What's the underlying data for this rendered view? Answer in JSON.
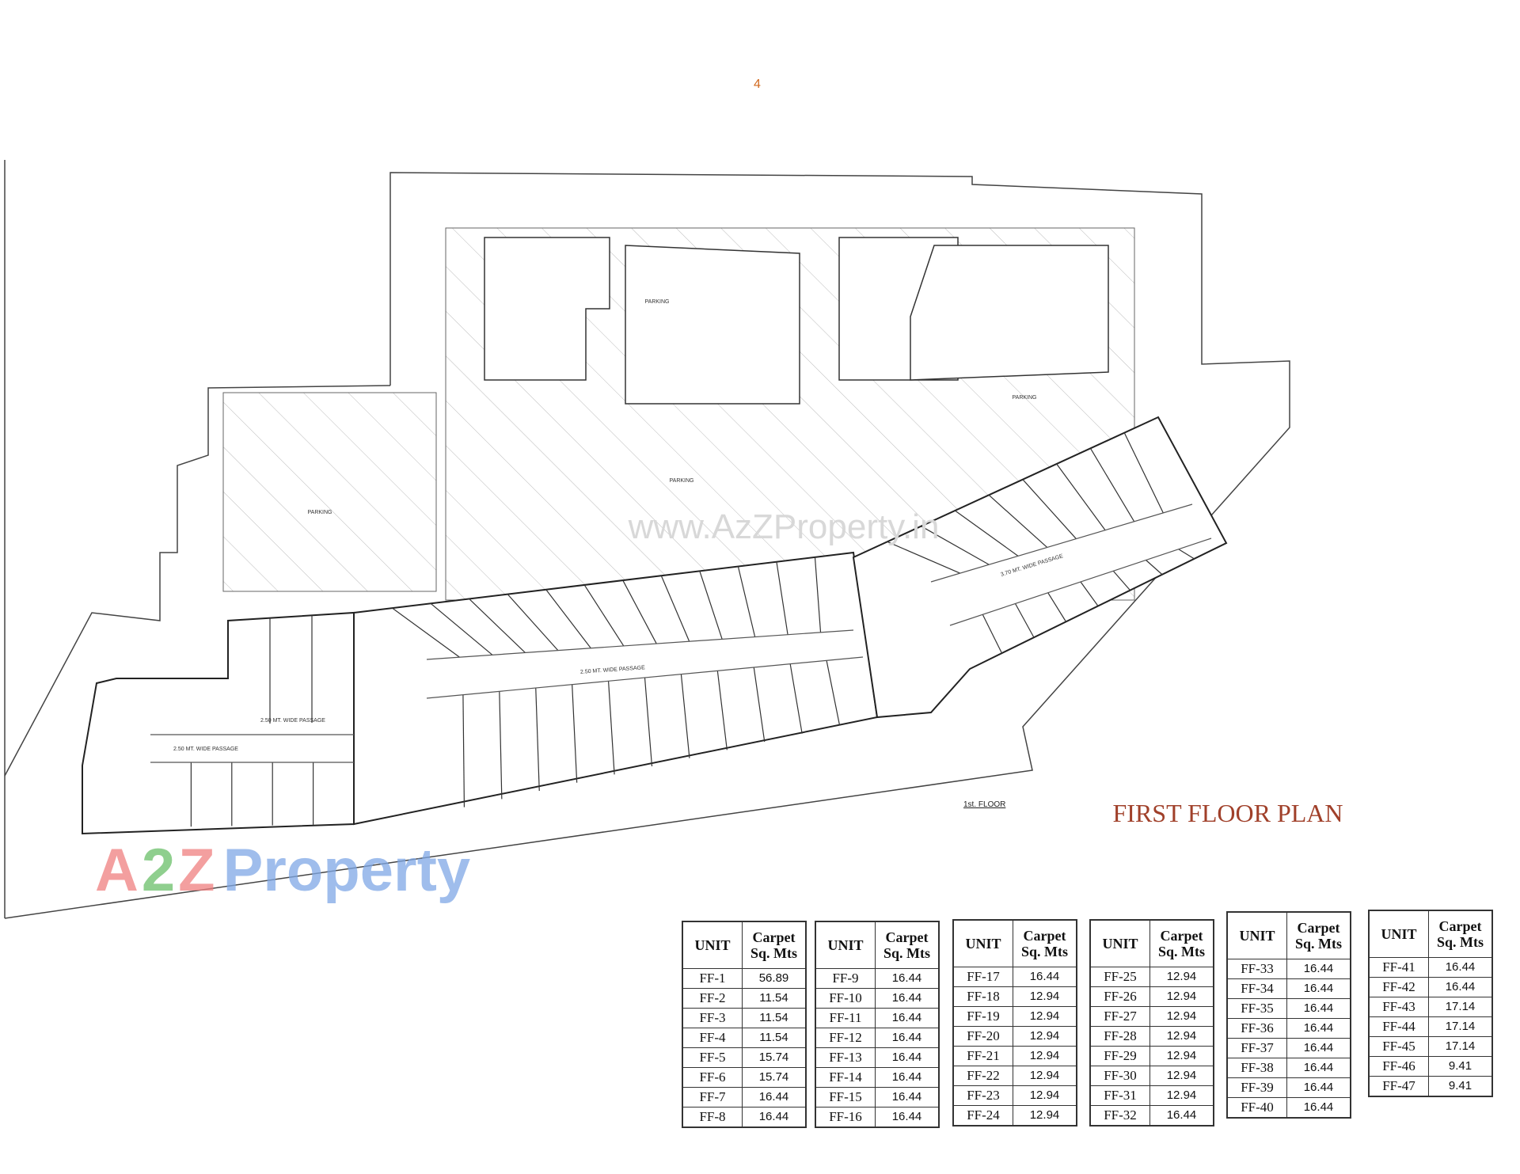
{
  "page_number": "4",
  "plan": {
    "title": "FIRST FLOOR PLAN",
    "floor_label": "1st. FLOOR",
    "title_color": "#a0402a",
    "parking_labels": [
      "PARKING",
      "PARKING",
      "PARKING",
      "PARKING"
    ],
    "passage_labels": [
      "2.50 MT. WIDE PASSAGE",
      "2.50 MT. WIDE PASSAGE",
      "3.70 MT. WIDE PASSAGE",
      "2.50 MT. WIDE PASSAGE"
    ],
    "watermark": "www.AzZProperty.in",
    "logo": {
      "text_a": "A",
      "text_2": "2",
      "text_z": "Z",
      "text_rest": "Property",
      "colors": {
        "a": "#f08080",
        "two": "#6abf69",
        "z": "#f08080",
        "rest": "#7fa8e6"
      }
    }
  },
  "tables": [
    {
      "header_unit": "UNIT",
      "header_area_1": "Carpet",
      "header_area_2": "Sq. Mts",
      "rows": [
        [
          "FF-1",
          "56.89"
        ],
        [
          "FF-2",
          "11.54"
        ],
        [
          "FF-3",
          "11.54"
        ],
        [
          "FF-4",
          "11.54"
        ],
        [
          "FF-5",
          "15.74"
        ],
        [
          "FF-6",
          "15.74"
        ],
        [
          "FF-7",
          "16.44"
        ],
        [
          "FF-8",
          "16.44"
        ]
      ]
    },
    {
      "header_unit": "UNIT",
      "header_area_1": "Carpet",
      "header_area_2": "Sq. Mts",
      "rows": [
        [
          "FF-9",
          "16.44"
        ],
        [
          "FF-10",
          "16.44"
        ],
        [
          "FF-11",
          "16.44"
        ],
        [
          "FF-12",
          "16.44"
        ],
        [
          "FF-13",
          "16.44"
        ],
        [
          "FF-14",
          "16.44"
        ],
        [
          "FF-15",
          "16.44"
        ],
        [
          "FF-16",
          "16.44"
        ]
      ]
    },
    {
      "header_unit": "UNIT",
      "header_area_1": "Carpet",
      "header_area_2": "Sq. Mts",
      "rows": [
        [
          "FF-17",
          "16.44"
        ],
        [
          "FF-18",
          "12.94"
        ],
        [
          "FF-19",
          "12.94"
        ],
        [
          "FF-20",
          "12.94"
        ],
        [
          "FF-21",
          "12.94"
        ],
        [
          "FF-22",
          "12.94"
        ],
        [
          "FF-23",
          "12.94"
        ],
        [
          "FF-24",
          "12.94"
        ]
      ]
    },
    {
      "header_unit": "UNIT",
      "header_area_1": "Carpet",
      "header_area_2": "Sq. Mts",
      "rows": [
        [
          "FF-25",
          "12.94"
        ],
        [
          "FF-26",
          "12.94"
        ],
        [
          "FF-27",
          "12.94"
        ],
        [
          "FF-28",
          "12.94"
        ],
        [
          "FF-29",
          "12.94"
        ],
        [
          "FF-30",
          "12.94"
        ],
        [
          "FF-31",
          "12.94"
        ],
        [
          "FF-32",
          "16.44"
        ]
      ]
    },
    {
      "header_unit": "UNIT",
      "header_area_1": "Carpet",
      "header_area_2": "Sq. Mts",
      "rows": [
        [
          "FF-33",
          "16.44"
        ],
        [
          "FF-34",
          "16.44"
        ],
        [
          "FF-35",
          "16.44"
        ],
        [
          "FF-36",
          "16.44"
        ],
        [
          "FF-37",
          "16.44"
        ],
        [
          "FF-38",
          "16.44"
        ],
        [
          "FF-39",
          "16.44"
        ],
        [
          "FF-40",
          "16.44"
        ]
      ]
    },
    {
      "header_unit": "UNIT",
      "header_area_1": "Carpet",
      "header_area_2": "Sq. Mts",
      "rows": [
        [
          "FF-41",
          "16.44"
        ],
        [
          "FF-42",
          "16.44"
        ],
        [
          "FF-43",
          "17.14"
        ],
        [
          "FF-44",
          "17.14"
        ],
        [
          "FF-45",
          "17.14"
        ],
        [
          "FF-46",
          "9.41"
        ],
        [
          "FF-47",
          "9.41"
        ]
      ]
    }
  ]
}
